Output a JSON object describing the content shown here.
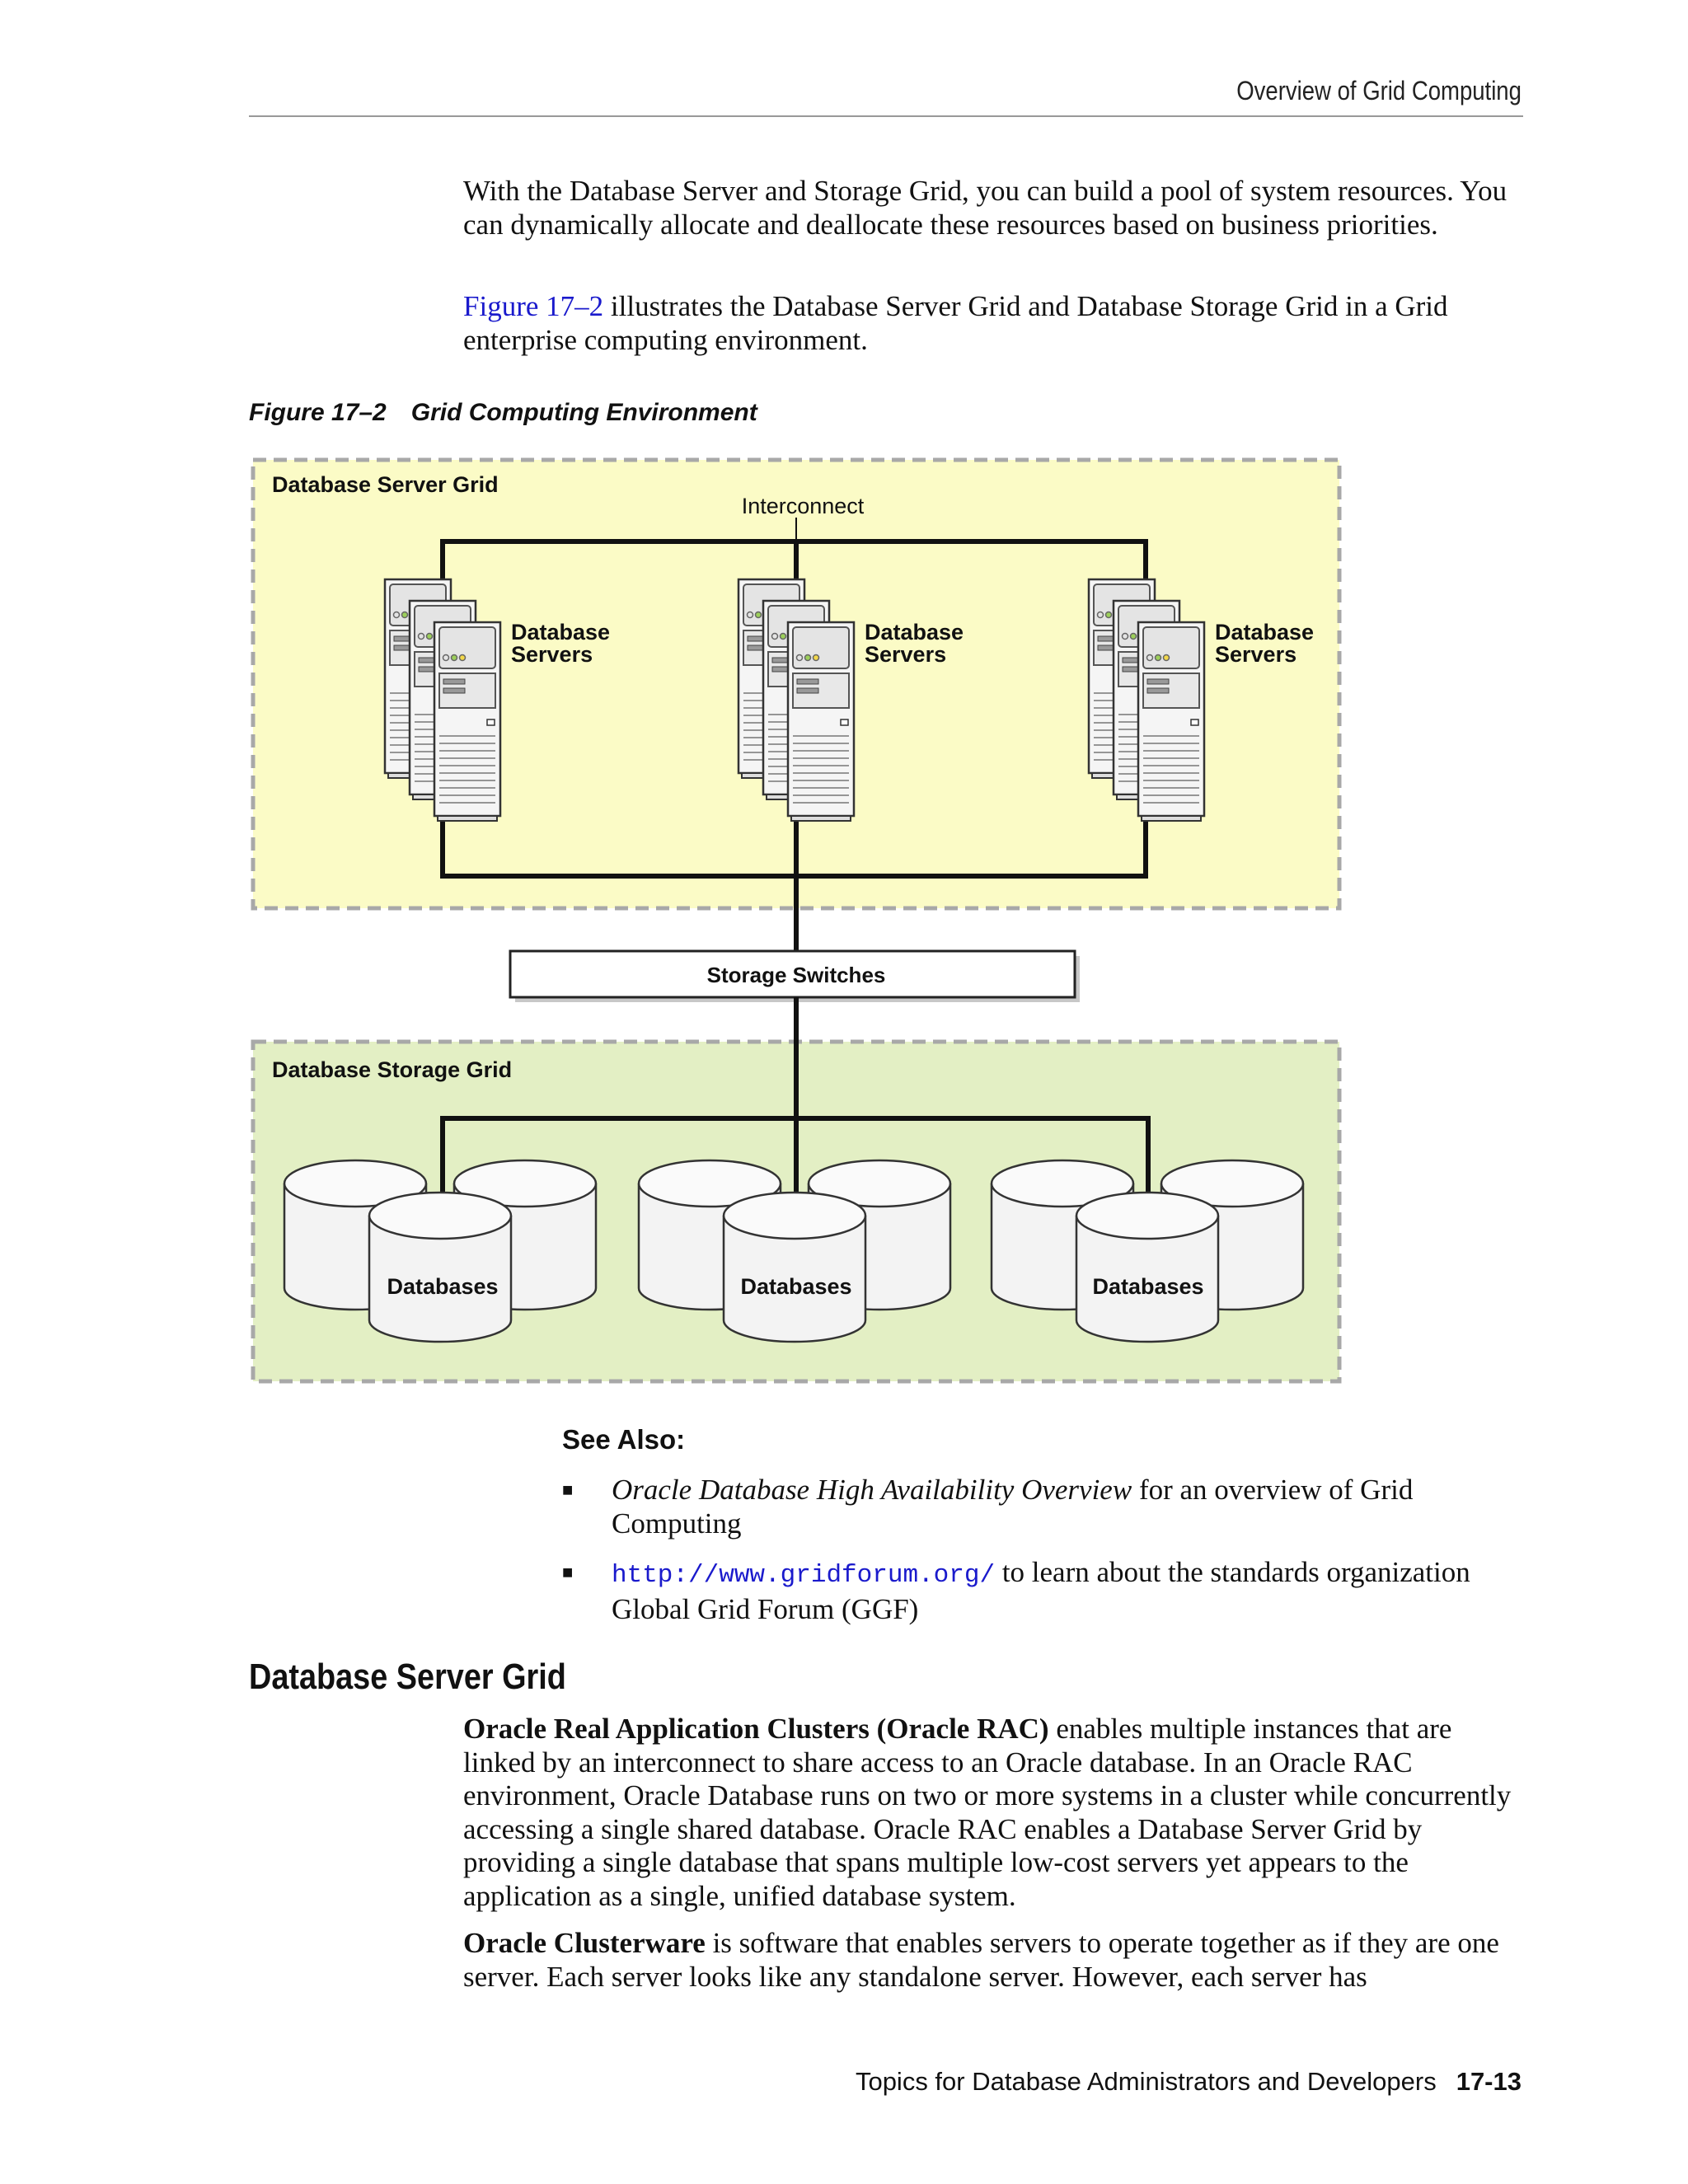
{
  "header": {
    "running_title": "Overview of Grid Computing"
  },
  "intro": {
    "para1": "With the Database Server and Storage Grid, you can build a pool of system resources. You can dynamically allocate and deallocate these resources based on business priorities.",
    "para2_link": "Figure 17–2",
    "para2_rest": " illustrates the Database Server Grid and Database Storage Grid in a Grid enterprise computing environment."
  },
  "figure": {
    "number": "Figure 17–2",
    "title": "Grid Computing Environment",
    "server_grid_label": "Database Server Grid",
    "interconnect_label": "Interconnect",
    "server_label_line1": "Database",
    "server_label_line2": "Servers",
    "switch_label": "Storage Switches",
    "storage_grid_label": "Database Storage Grid",
    "database_label": "Databases",
    "colors": {
      "server_grid_fill": "#fbfbc6",
      "storage_grid_fill": "#e3efc4",
      "grid_border": "#a8a8a8"
    }
  },
  "see_also": {
    "heading": "See Also:",
    "items": [
      {
        "title": "Oracle Database High Availability Overview",
        "rest": " for an overview of Grid Computing"
      },
      {
        "url": "http://www.gridforum.org/",
        "rest": " to learn about the standards organization Global Grid Forum (GGF)"
      }
    ]
  },
  "section": {
    "heading": "Database Server Grid",
    "para3_bold": "Oracle Real Application Clusters (Oracle RAC)",
    "para3_rest": " enables multiple instances that are linked by an interconnect to share access to an Oracle database. In an Oracle RAC environment, Oracle Database runs on two or more systems in a cluster while concurrently accessing a single shared database. Oracle RAC enables a Database Server Grid by providing a single database that spans multiple low-cost servers yet appears to the application as a single, unified database system.",
    "para4_bold": "Oracle Clusterware",
    "para4_rest": " is software that enables servers to operate together as if they are one server. Each server looks like any standalone server. However, each server has"
  },
  "footer": {
    "book_title": "Topics for Database Administrators and Developers",
    "page_number": "17-13"
  }
}
